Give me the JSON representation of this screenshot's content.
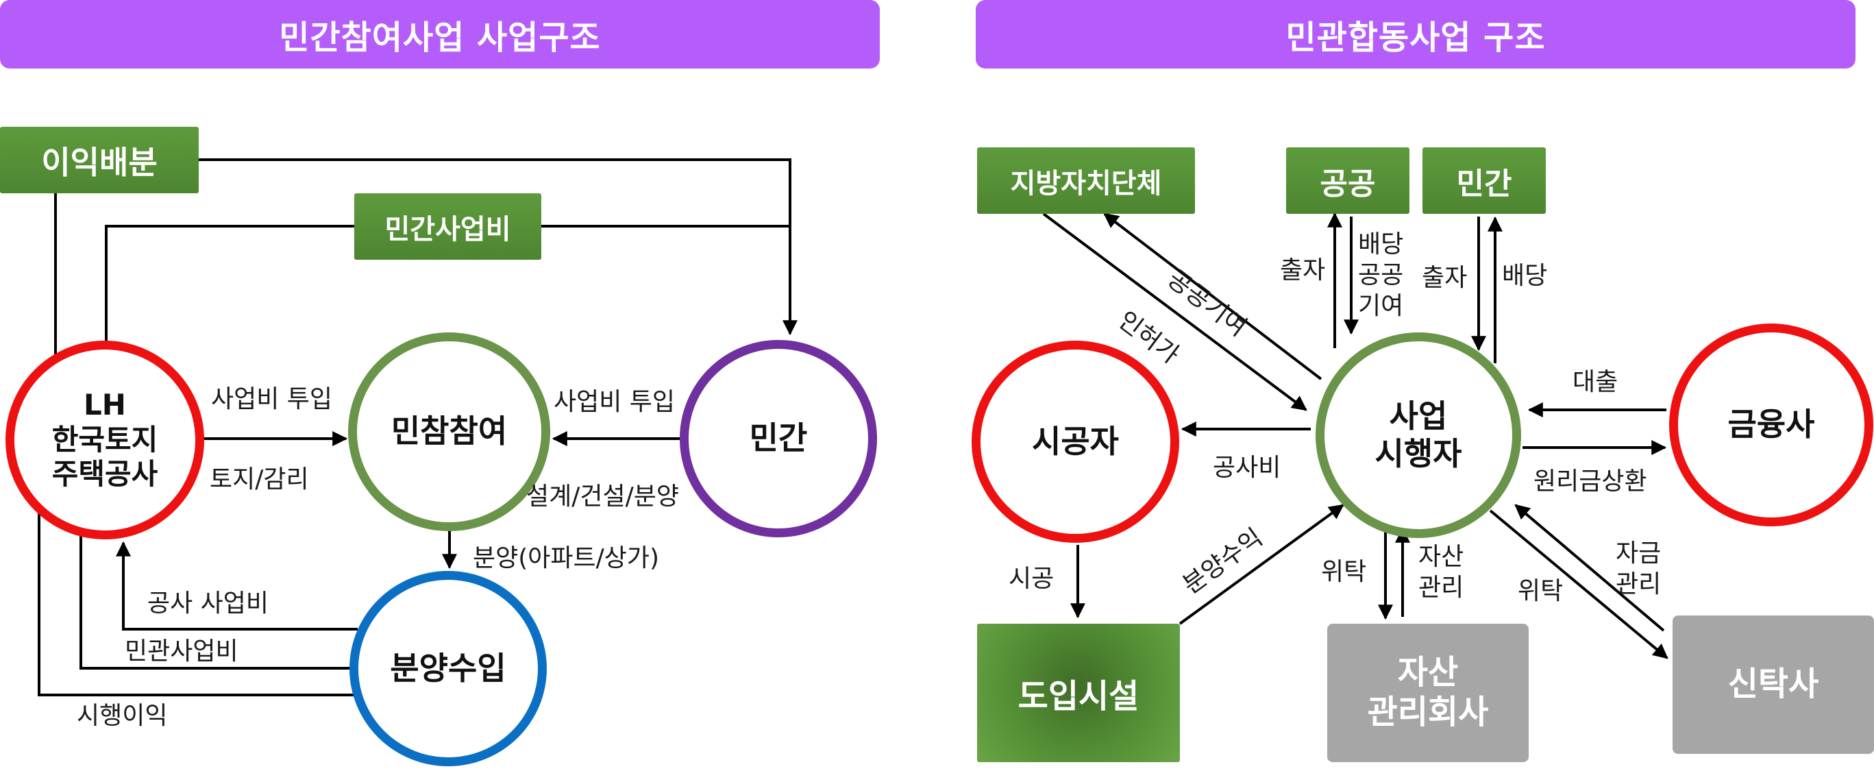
{
  "left": {
    "title": "민간참여사업 사업구조",
    "boxes": {
      "profit": "이익배분",
      "private_cost": "민간사업비"
    },
    "circles": {
      "lh": "LH\n한국토지\n주택공사",
      "joint": "민참참여",
      "private": "민간",
      "sales": "분양수입"
    },
    "labels": {
      "invest_top": "사업비 투입",
      "land": "토지/감리",
      "invest_right": "사업비 투입",
      "design": "설계/건설/분양",
      "sale": "분양(아파트/상가)",
      "construction_cost": "공사 사업비",
      "joint_cost": "민관사업비",
      "exec_profit": "시행이익"
    }
  },
  "right": {
    "title": "민관합동사업 구조",
    "boxes": {
      "local_gov": "지방자치단체",
      "public": "공공",
      "private": "민간",
      "facility": "도입시설",
      "asset_co": "자산\n관리회사",
      "trust": "신탁사"
    },
    "circles": {
      "contractor": "시공자",
      "developer": "사업\n시행자",
      "finance": "금융사"
    },
    "labels": {
      "contribution": "공공기여",
      "permit": "인허가",
      "invest1": "출자",
      "dividend1": "배당\n공공\n기여",
      "invest2": "출자",
      "dividend2": "배당",
      "loan": "대출",
      "repay": "원리금상환",
      "const_cost": "공사비",
      "build": "시공",
      "sales_profit": "분양수익",
      "consign1": "위탁",
      "asset_mgmt": "자산\n관리",
      "fund_mgmt": "자금\n관리",
      "consign2": "위탁"
    }
  },
  "colors": {
    "header": "#b55dfb",
    "green_box": "#548f35",
    "red": "#ee1111",
    "green": "#6a9449",
    "purple": "#7030a0",
    "blue": "#0b6fc3",
    "gray": "#a6a6a6"
  }
}
